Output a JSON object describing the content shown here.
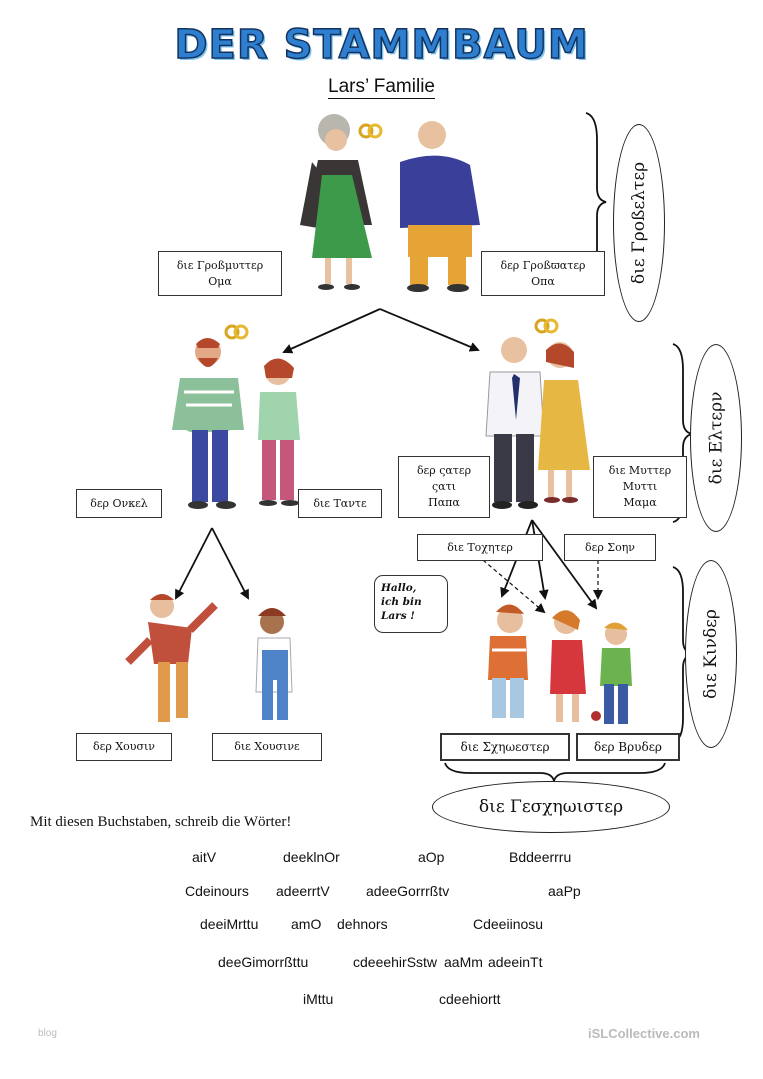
{
  "header": {
    "title": "DER STAMMBAUM",
    "subtitle": "Lars’ Familie"
  },
  "grandparents": {
    "grandmother_label": [
      "διε Γροßμυττερ",
      "Ομα"
    ],
    "grandfather_label": [
      "δερ Γροßϖατερ",
      "Οπα"
    ],
    "group_label": "διε Γροßελτερ"
  },
  "parents": {
    "uncle_label": "δερ Ονκελ",
    "aunt_label": "διε Ταντε",
    "father_label": [
      "δερ ςατερ",
      "ςατι",
      "Παπα"
    ],
    "mother_label": [
      "διε Μυττερ",
      "Μυττι",
      "Μαμα"
    ],
    "group_label": "διε Ελτερν"
  },
  "children": {
    "cousin_m_label": "δερ Χουσιν",
    "cousin_f_label": "διε Χουσινε",
    "daughter_label": "διε Τοχητερ",
    "son_label": "δερ Σοην",
    "sister_label": "διε Σχηωεστερ",
    "brother_label": "δερ Βρυδερ",
    "group_label": "διε Κινδερ",
    "siblings_label": "διε Γεσχηωιστερ",
    "speech_bubble": [
      "Hallo,",
      "ich bin",
      "Lars !"
    ]
  },
  "exercise": {
    "instruction": "Mit diesen Buchstaben, schreib die Wörter!",
    "words": [
      "aitV",
      "deeklnOr",
      "aOp",
      "Bddeerrru",
      "Cdeinours",
      "adeerrtV",
      "adeeGorrrßtv",
      "aaPp",
      "deeiMrttu",
      "amO",
      "dehnors",
      "Cdeeiinosu",
      "deeGimorrßttu",
      "cdeeehirSstw",
      "aaMm",
      "adeeinTt",
      "iMttu",
      "cdeehiortt"
    ]
  },
  "footer": {
    "watermark_left": "blog",
    "watermark_right": "iSLCollective.com"
  },
  "colors": {
    "title_fill": "#2f7fd1",
    "title_outline": "#13335e"
  }
}
